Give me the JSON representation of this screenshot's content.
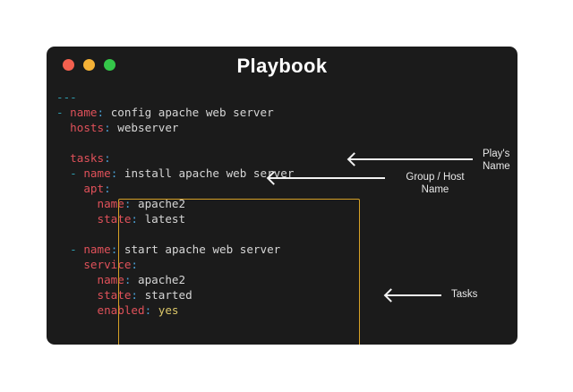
{
  "window": {
    "title": "Playbook",
    "controls": [
      {
        "name": "close",
        "color": "#f4604f"
      },
      {
        "name": "minimize",
        "color": "#f5b236"
      },
      {
        "name": "maximize",
        "color": "#34c749"
      }
    ]
  },
  "colors": {
    "page_background": "#ffffff",
    "window_background": "#1b1b1b",
    "highlight_border": "#d6a126",
    "key": "#e0515a",
    "dash": "#2f9fb0",
    "colon": "#4a9fd4",
    "value": "#d6d6d6",
    "boolean": "#dcc869",
    "arrow": "#f2f2f2"
  },
  "code": {
    "language": "yaml",
    "lines": [
      {
        "indent": 0,
        "dash": "---",
        "key": "",
        "colon": "",
        "value": "",
        "kind": "doc-start"
      },
      {
        "indent": 0,
        "dash": "- ",
        "key": "name",
        "colon": ":",
        "value": " config apache web server",
        "kind": "pair"
      },
      {
        "indent": 2,
        "dash": "",
        "key": "hosts",
        "colon": ":",
        "value": " webserver",
        "kind": "pair"
      },
      {
        "indent": 0,
        "dash": "",
        "key": "",
        "colon": "",
        "value": "",
        "kind": "blank"
      },
      {
        "indent": 2,
        "dash": "",
        "key": "tasks",
        "colon": ":",
        "value": "",
        "kind": "pair"
      },
      {
        "indent": 2,
        "dash": "- ",
        "key": "name",
        "colon": ":",
        "value": " install apache web server",
        "kind": "pair"
      },
      {
        "indent": 4,
        "dash": "",
        "key": "apt",
        "colon": ":",
        "value": "",
        "kind": "pair"
      },
      {
        "indent": 6,
        "dash": "",
        "key": "name",
        "colon": ":",
        "value": " apache2",
        "kind": "pair"
      },
      {
        "indent": 6,
        "dash": "",
        "key": "state",
        "colon": ":",
        "value": " latest",
        "kind": "pair"
      },
      {
        "indent": 0,
        "dash": "",
        "key": "",
        "colon": "",
        "value": "",
        "kind": "blank"
      },
      {
        "indent": 2,
        "dash": "- ",
        "key": "name",
        "colon": ":",
        "value": " start apache web server",
        "kind": "pair"
      },
      {
        "indent": 4,
        "dash": "",
        "key": "service",
        "colon": ":",
        "value": "",
        "kind": "pair"
      },
      {
        "indent": 6,
        "dash": "",
        "key": "name",
        "colon": ":",
        "value": " apache2",
        "kind": "pair"
      },
      {
        "indent": 6,
        "dash": "",
        "key": "state",
        "colon": ":",
        "value": " started",
        "kind": "pair"
      },
      {
        "indent": 6,
        "dash": "",
        "key": "enabled",
        "colon": ":",
        "value": " yes",
        "kind": "bool"
      }
    ]
  },
  "annotations": [
    {
      "id": "plays-name",
      "label": "Play's Name",
      "arrow": "left-arrow-icon"
    },
    {
      "id": "group-host-name",
      "label": "Group / Host\nName",
      "arrow": "left-arrow-icon"
    },
    {
      "id": "tasks",
      "label": "Tasks",
      "arrow": "left-arrow-icon"
    }
  ],
  "highlight": {
    "name": "tasks-block-highlight",
    "label": "tasks"
  }
}
